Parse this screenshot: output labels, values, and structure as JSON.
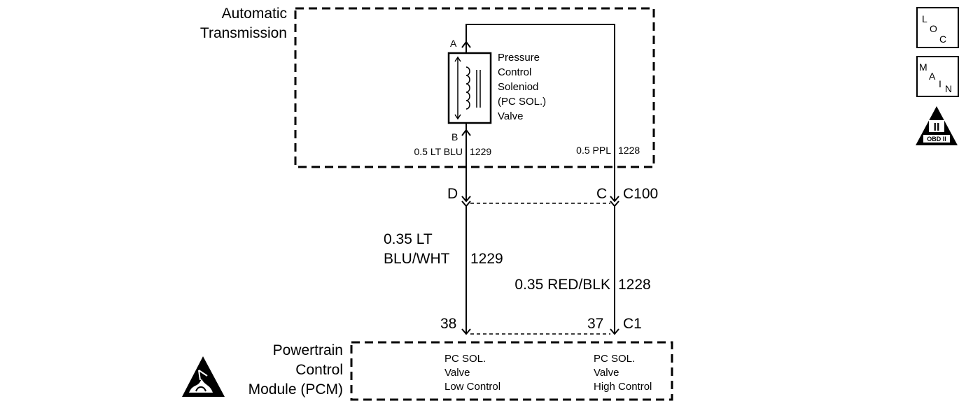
{
  "transmission": {
    "title_line1": "Automatic",
    "title_line2": "Transmission"
  },
  "solenoid": {
    "pin_a": "A",
    "pin_b": "B",
    "label_lines": [
      "Pressure",
      "Control",
      "Soleniod",
      "(PC SOL.)",
      "Valve"
    ]
  },
  "wires": {
    "left_upper_size_color": "0.5 LT BLU",
    "left_upper_circuit": "1229",
    "right_upper_size_color": "0.5 PPL",
    "right_upper_circuit": "1228",
    "left_lower_line1": "0.35 LT",
    "left_lower_line2": "BLU/WHT",
    "left_lower_circuit": "1229",
    "right_lower_size_color": "0.35 RED/BLK",
    "right_lower_circuit": "1228"
  },
  "connector_c100": {
    "name": "C100",
    "left_pin": "D",
    "right_pin": "C"
  },
  "connector_c1": {
    "name": "C1",
    "left_pin": "38",
    "right_pin": "37"
  },
  "pcm": {
    "title_line1": "Powertrain",
    "title_line2": "Control",
    "title_line3": "Module (PCM)",
    "low_control_lines": [
      "PC SOL.",
      "Valve",
      "Low Control"
    ],
    "high_control_lines": [
      "PC SOL.",
      "Valve",
      "High Control"
    ]
  },
  "icons": {
    "loc_letters": [
      "L",
      "O",
      "C"
    ],
    "main_letters": [
      "M",
      "A",
      "I",
      "N"
    ],
    "obd_numeral": "II",
    "obd_caption": "OBD II"
  }
}
